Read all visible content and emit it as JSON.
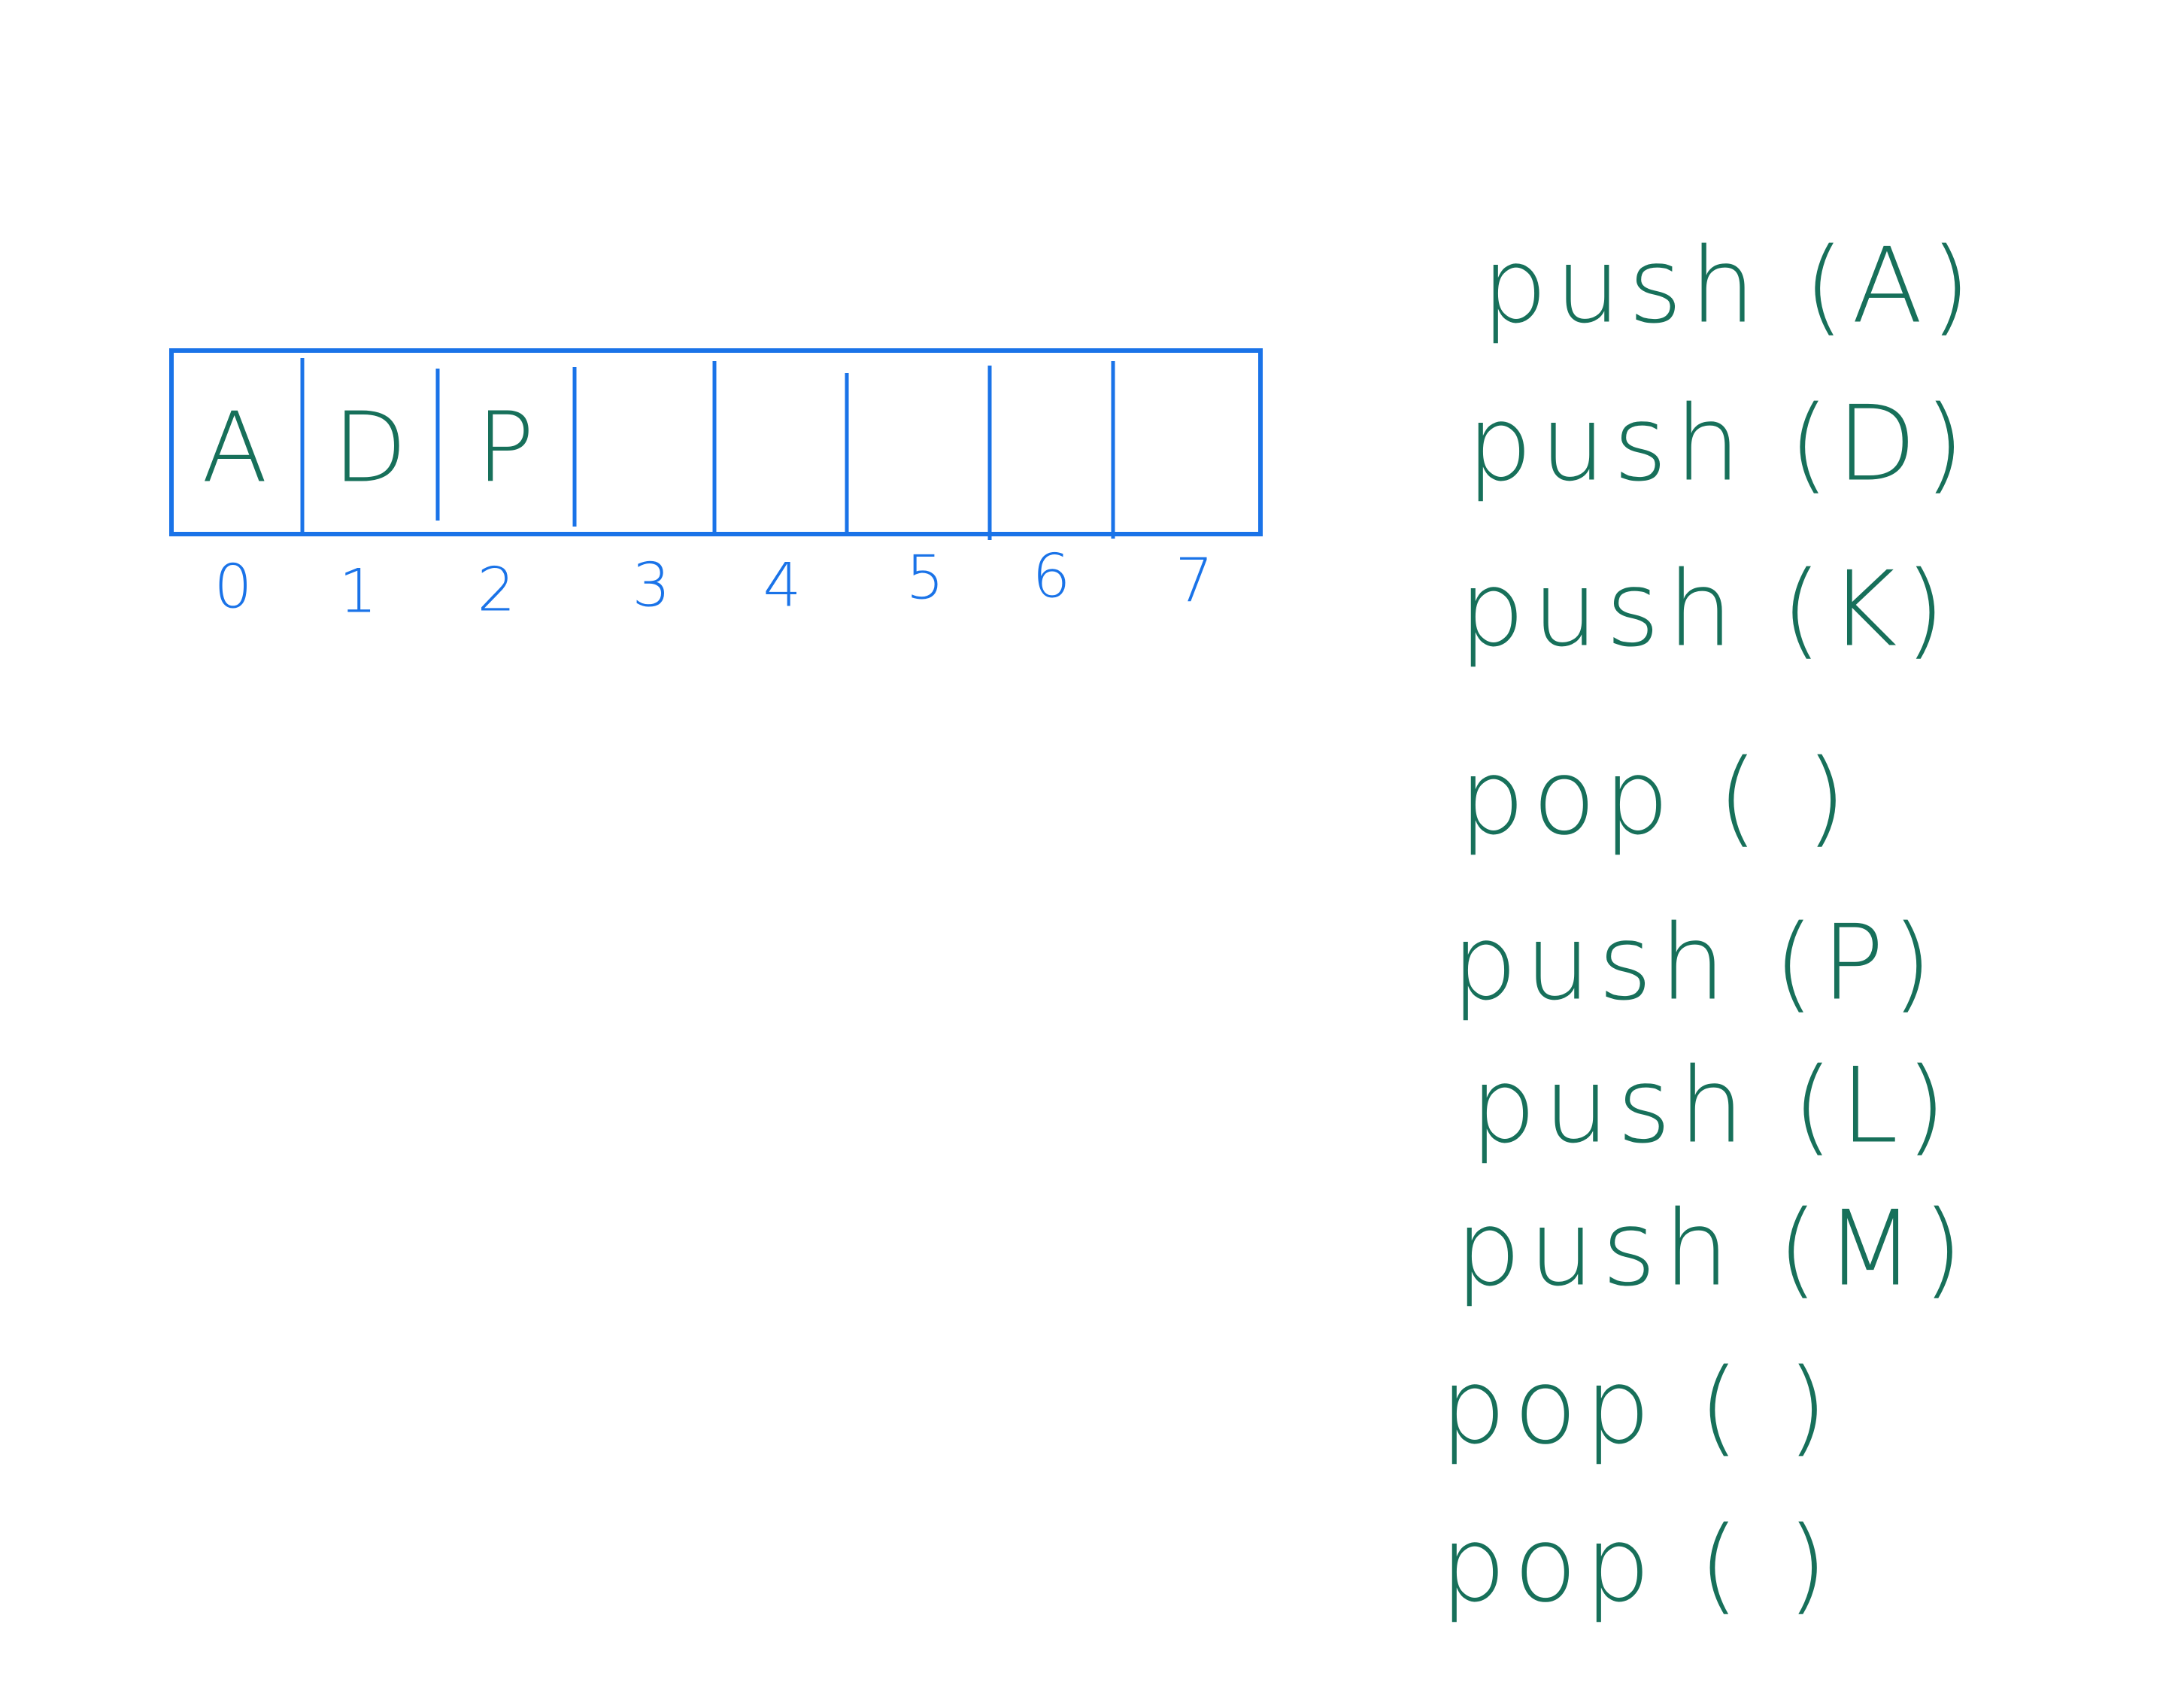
{
  "colors": {
    "array_blue": "#1a73e8",
    "ink_green": "#17705a",
    "background": "#ffffff"
  },
  "array": {
    "cells": [
      "A",
      "D",
      "P",
      "",
      "",
      "",
      "",
      ""
    ],
    "indices": [
      "0",
      "1",
      "2",
      "3",
      "4",
      "5",
      "6",
      "7"
    ]
  },
  "operations": [
    "push (A)",
    "push (D)",
    "push (K)",
    "pop ( )",
    "push (P)",
    "push (L)",
    "push (M)",
    "pop ( )",
    "pop ( )"
  ]
}
